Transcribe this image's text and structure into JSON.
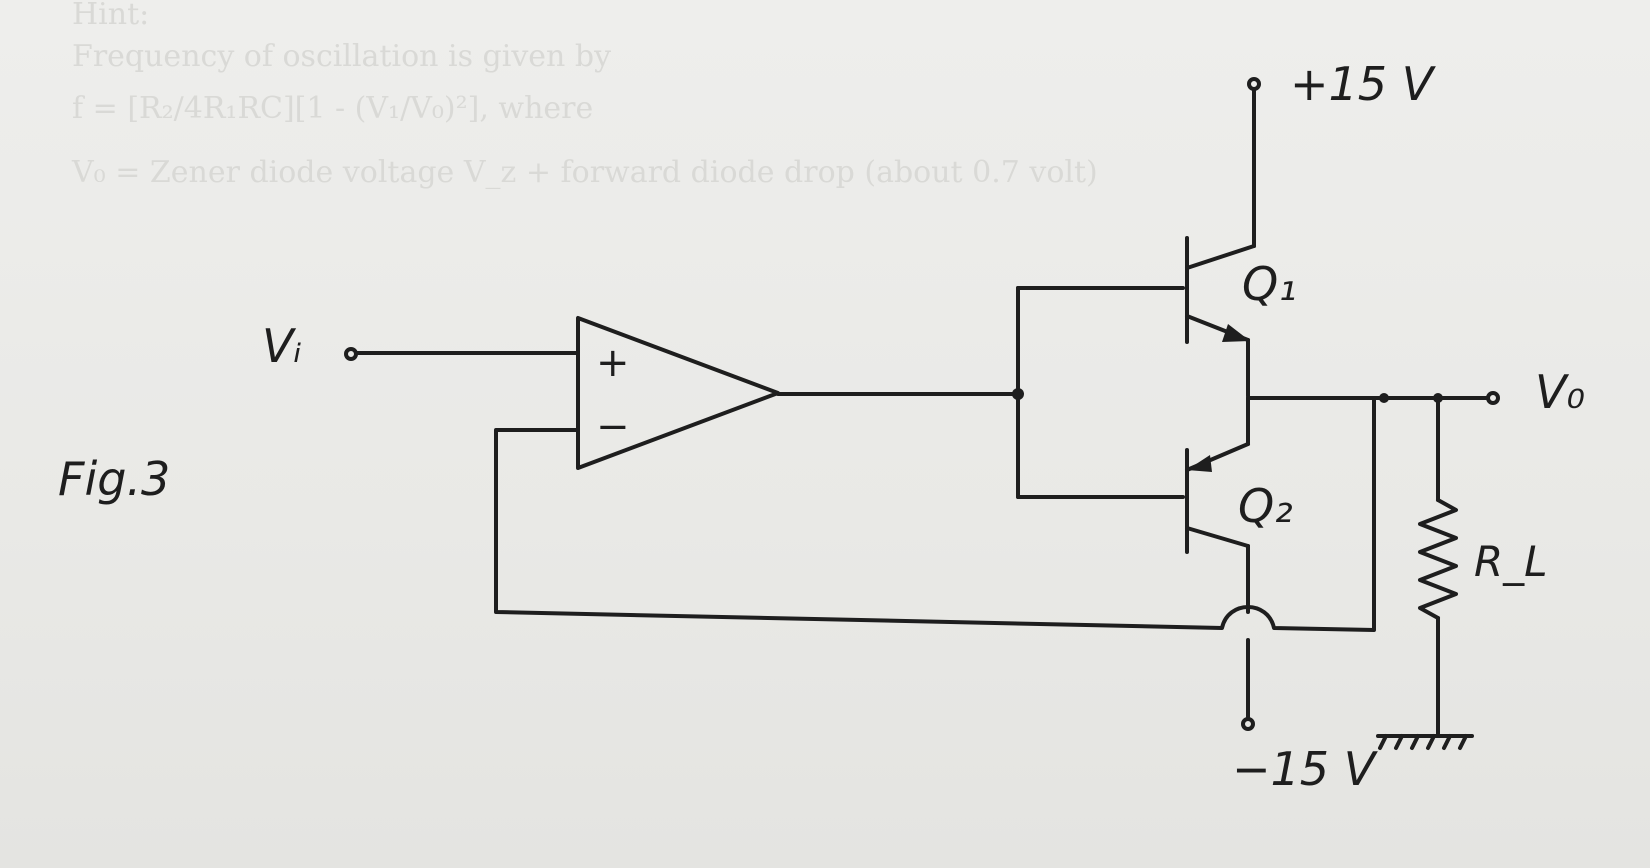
{
  "faded_text": {
    "line0": "Hint:",
    "line1": "Frequency of oscillation is given by",
    "line2": "f = [R₂/4R₁RC][1 - (V₁/V₀)²], where",
    "line3": "V₀ = Zener diode voltage V_z + forward diode drop (about 0.7 volt)"
  },
  "figure_label": "Fig.3",
  "labels": {
    "vin": "Vᵢ",
    "vout": "V₀",
    "vpos": "+15 V",
    "vneg": "−15 V",
    "q1": "Q₁",
    "q2": "Q₂",
    "rl": "R_L"
  },
  "opamp": {
    "plus": "+",
    "minus": "−"
  }
}
